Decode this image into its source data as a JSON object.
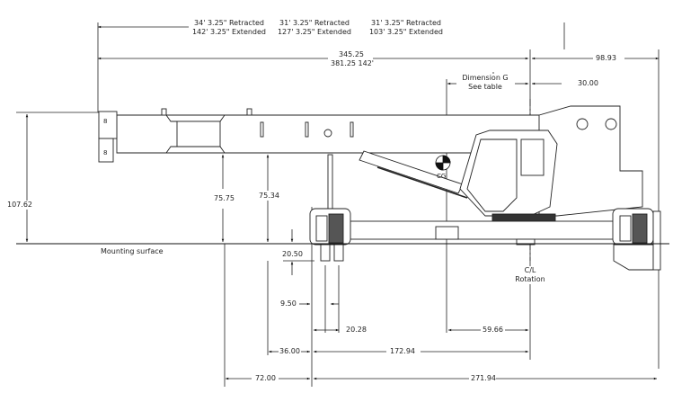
{
  "boom_sections": [
    {
      "retracted": "34' 3.25\" Retracted",
      "extended": "142' 3.25\" Extended"
    },
    {
      "retracted": "31' 3.25\" Retracted",
      "extended": "127' 3.25\" Extended"
    },
    {
      "retracted": "31' 3.25\" Retracted",
      "extended": "103' 3.25\" Extended"
    }
  ],
  "overall_length": {
    "line1": "345.25",
    "line2": "381.25 142'"
  },
  "dimensions": {
    "rear_overhang": "98.93",
    "dimension_g": {
      "line1": "Dimension G",
      "line2": "See table"
    },
    "cl_offset": "30.00",
    "height_total": "107.62",
    "height_boom_tip": "75.75",
    "height_boom_mid": "75.34",
    "outrigger_below": "20.50",
    "outrigger_pad": "9.50",
    "outrigger_spacing": "20.28",
    "cl_to_front": "59.66",
    "front_overhang": "36.00",
    "front_to_cl": "172.94",
    "rear_extension": "72.00",
    "outrigger_span": "271.94"
  },
  "labels": {
    "mounting_surface": "Mounting surface",
    "cl_rotation": {
      "line1": "C/L",
      "line2": "Rotation"
    },
    "cg": "CG"
  }
}
